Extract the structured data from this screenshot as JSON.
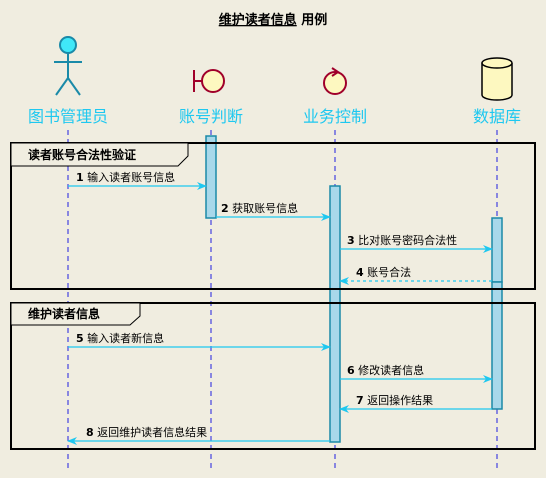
{
  "title": {
    "underlined": "维护读者信息",
    "rest": " 用例"
  },
  "participants": [
    {
      "name": "图书管理员",
      "kind": "actor"
    },
    {
      "name": "账号判断",
      "kind": "boundary"
    },
    {
      "name": "业务控制",
      "kind": "control"
    },
    {
      "name": "数据库",
      "kind": "database"
    }
  ],
  "groups": [
    {
      "label": "读者账号合法性验证"
    },
    {
      "label": "维护读者信息"
    }
  ],
  "messages": [
    {
      "num": "1",
      "text": "输入读者账号信息",
      "from": 0,
      "to": 1,
      "style": "solid"
    },
    {
      "num": "2",
      "text": "获取账号信息",
      "from": 1,
      "to": 2,
      "style": "solid"
    },
    {
      "num": "3",
      "text": "比对账号密码合法性",
      "from": 2,
      "to": 3,
      "style": "solid"
    },
    {
      "num": "4",
      "text": "账号合法",
      "from": 3,
      "to": 2,
      "style": "dashed"
    },
    {
      "num": "5",
      "text": "输入读者新信息",
      "from": 0,
      "to": 2,
      "style": "solid"
    },
    {
      "num": "6",
      "text": "修改读者信息",
      "from": 2,
      "to": 3,
      "style": "solid"
    },
    {
      "num": "7",
      "text": "返回操作结果",
      "from": 3,
      "to": 2,
      "style": "solid"
    },
    {
      "num": "8",
      "text": "返回维护读者信息结果",
      "from": 2,
      "to": 0,
      "style": "solid"
    }
  ],
  "colors": {
    "background": "#f0ede0",
    "line": "#1ec8f0",
    "lifeline": "#2020e0",
    "activation": "#a8d8ea",
    "frame": "#000000",
    "icon_stroke": "#a0002a",
    "icon_fill": "#fdf8c0"
  }
}
